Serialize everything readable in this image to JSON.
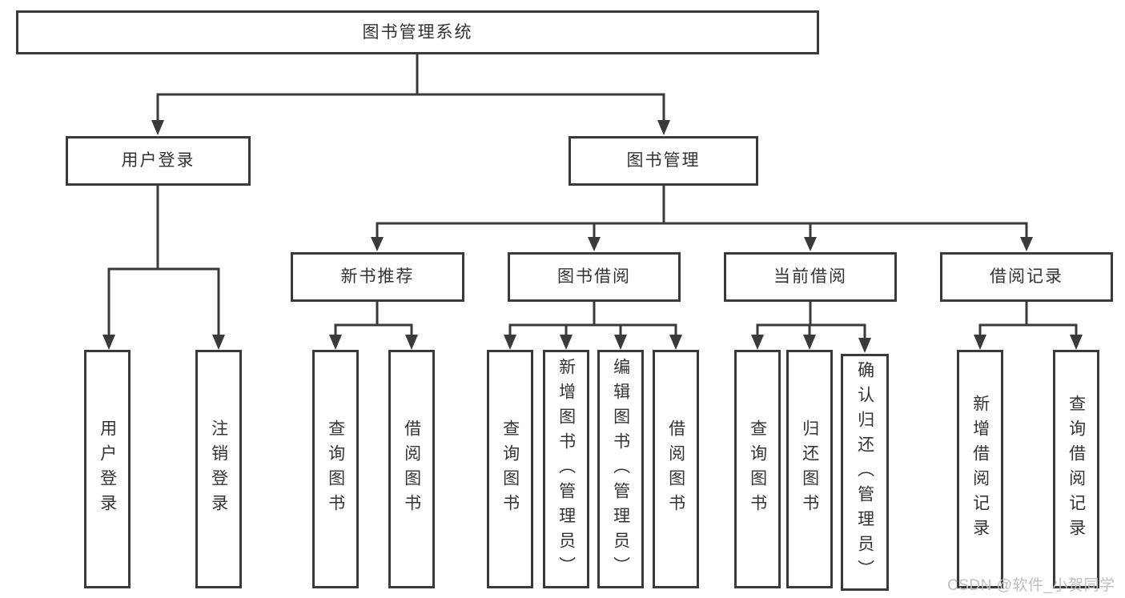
{
  "nodes": {
    "root": "图书管理系统",
    "level2": {
      "user_login": "用户登录",
      "book_mgmt": "图书管理"
    },
    "level3": {
      "new_book_rec": "新书推荐",
      "book_borrow": "图书借阅",
      "current_borrow": "当前借阅",
      "borrow_record": "借阅记录"
    },
    "leaves": {
      "login": "用户登录",
      "logout": "注销登录",
      "nb_query": "查询图书",
      "nb_borrow": "借阅图书",
      "bb_query": "查询图书",
      "bb_add": "新增图书（管理员）",
      "bb_edit": "编辑图书（管理员）",
      "bb_borrow": "借阅图书",
      "cb_query": "查询图书",
      "cb_return": "归还图书",
      "cb_confirm": "确认归还（管理员）",
      "br_add": "新增借阅记录",
      "br_query": "查询借阅记录"
    }
  },
  "watermark": {
    "text": "CSDN @软件_小贺同学"
  },
  "colors": {
    "line": "#3a3a3a",
    "text": "#333333",
    "background": "#ffffff",
    "watermark": "#bfbfbf"
  }
}
